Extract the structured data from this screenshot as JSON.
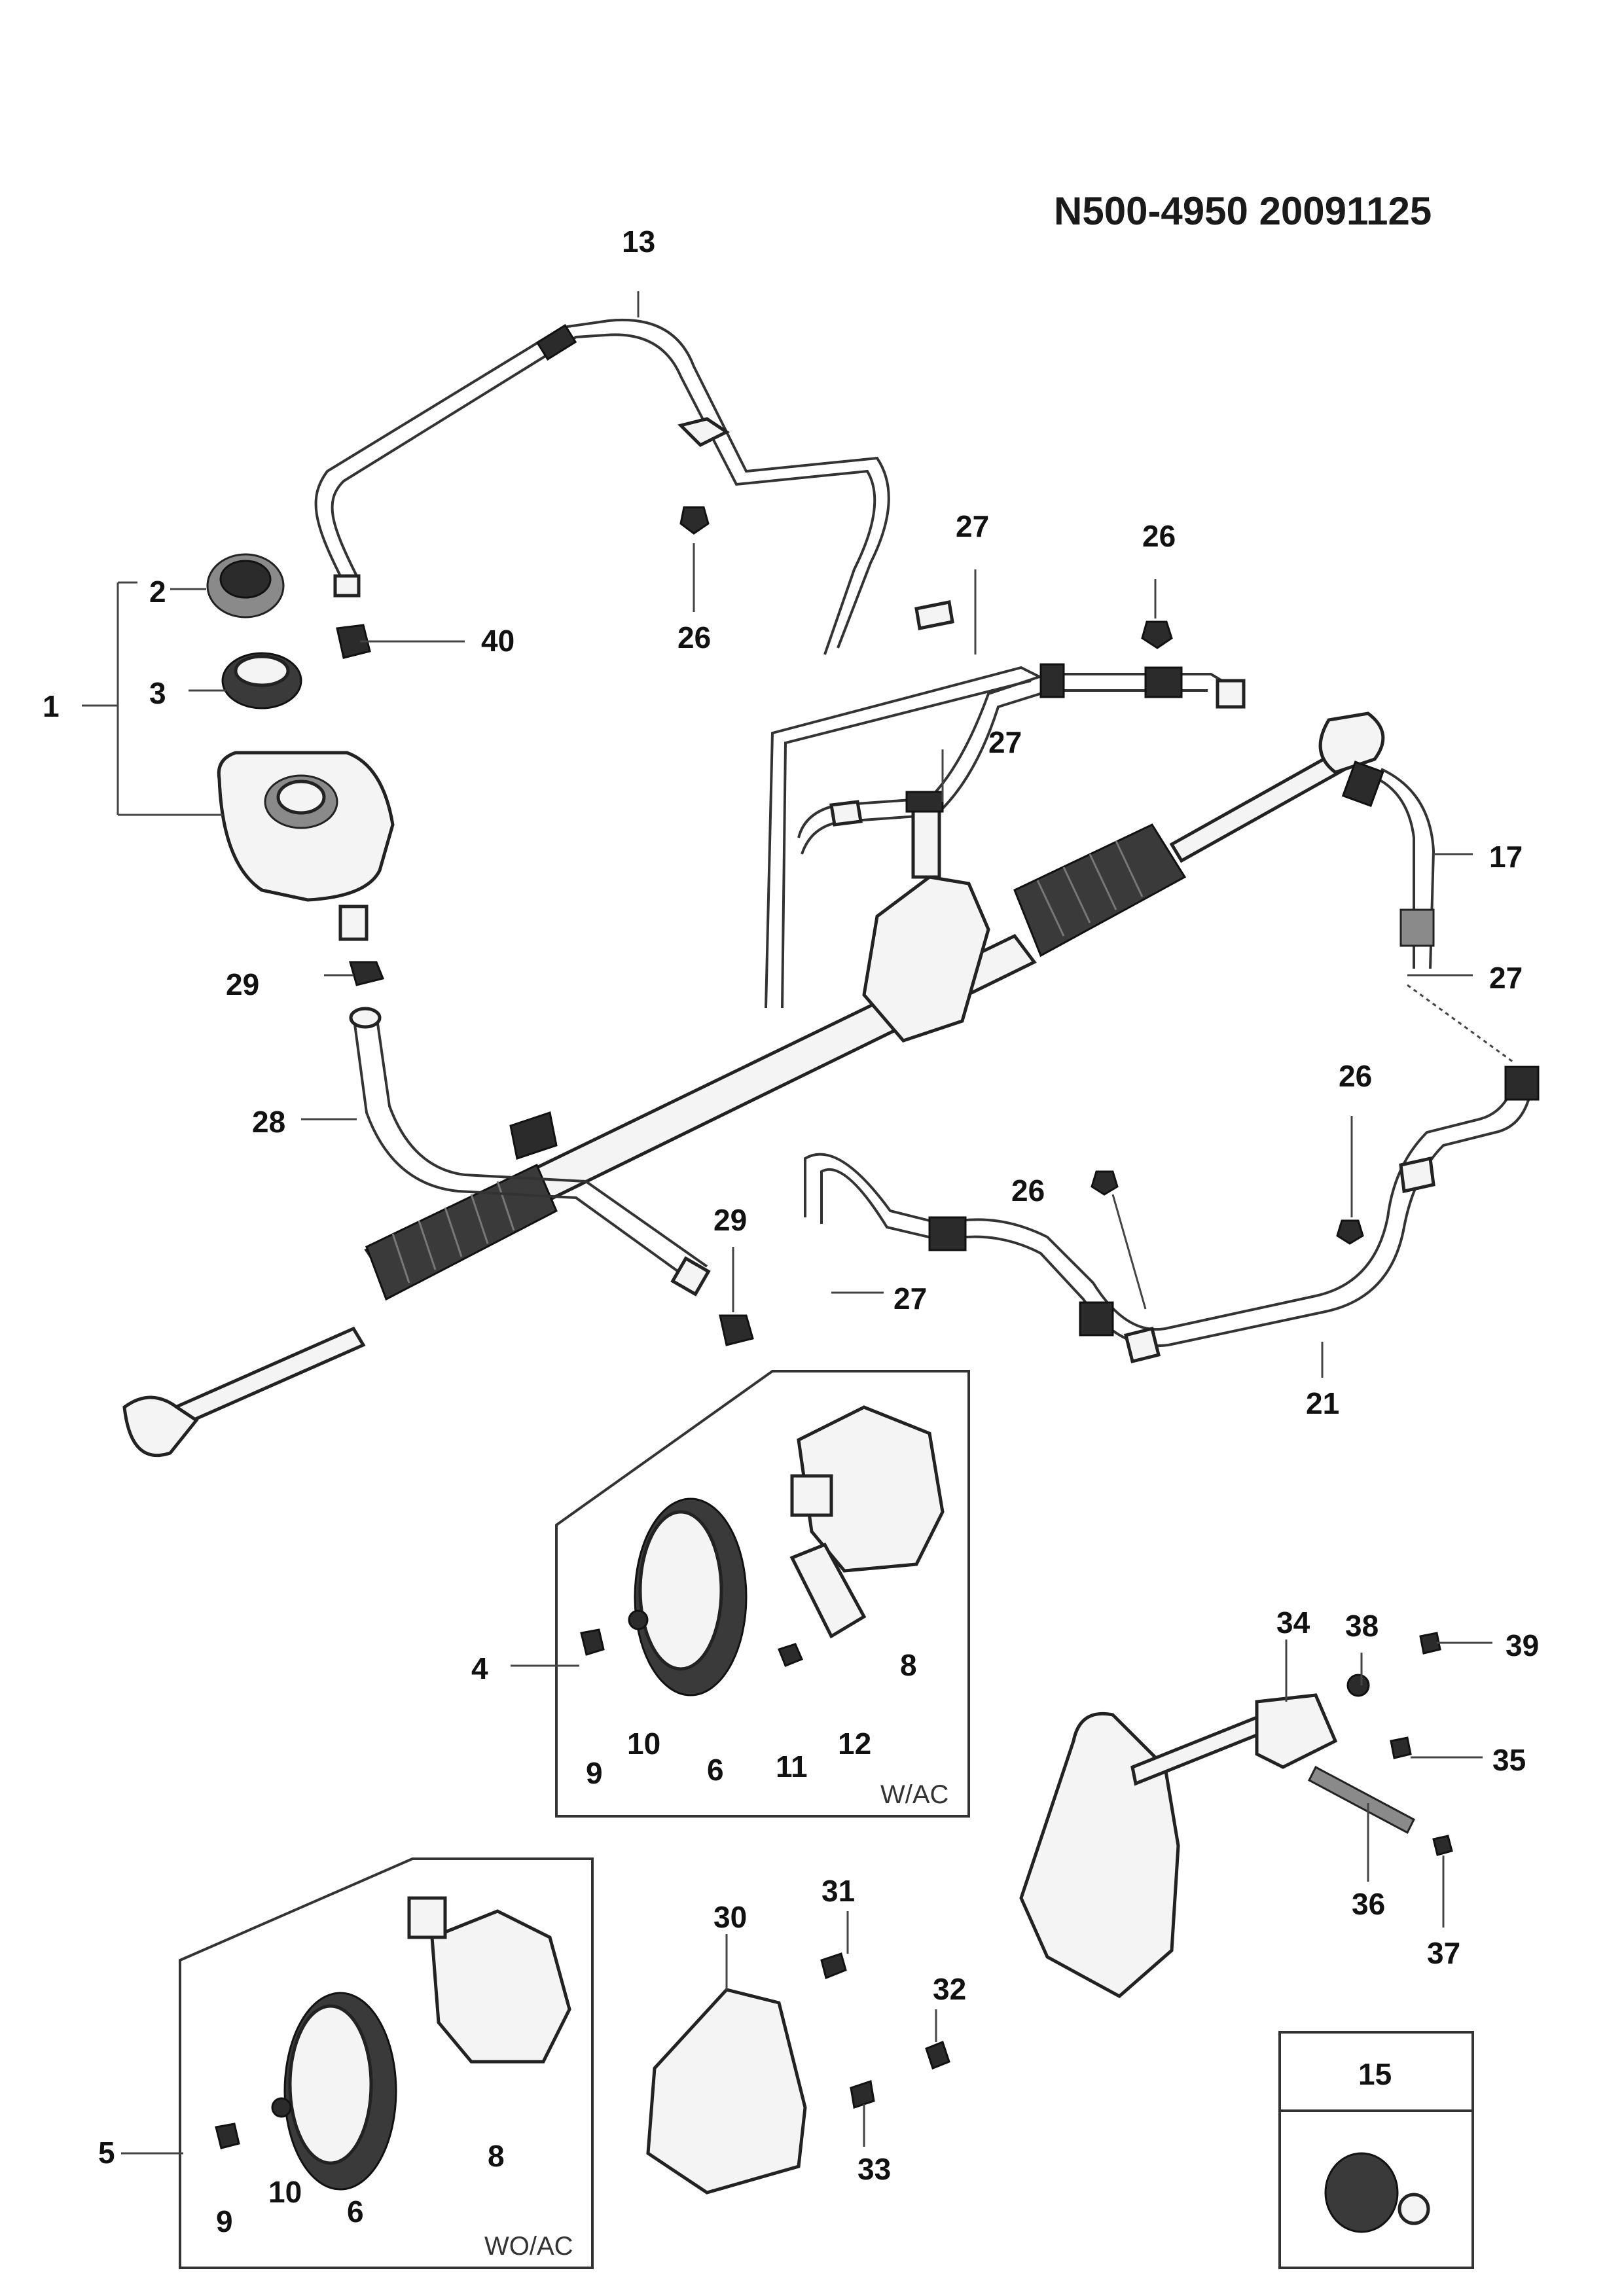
{
  "document_code": "N500-4950  20091125",
  "callouts": {
    "c1": "1",
    "c2": "2",
    "c3": "3",
    "c4": "4",
    "c5": "5",
    "c6": "6",
    "c8": "8",
    "c9": "9",
    "c10": "10",
    "c11": "11",
    "c12": "12",
    "c13": "13",
    "c15": "15",
    "c17": "17",
    "c21": "21",
    "c26": "26",
    "c27": "27",
    "c28": "28",
    "c29": "29",
    "c30": "30",
    "c31": "31",
    "c32": "32",
    "c33": "33",
    "c34": "34",
    "c35": "35",
    "c36": "36",
    "c37": "37",
    "c38": "38",
    "c39": "39",
    "c40": "40"
  },
  "box_captions": {
    "with_ac": "W/AC",
    "without_ac": "WO/AC"
  }
}
